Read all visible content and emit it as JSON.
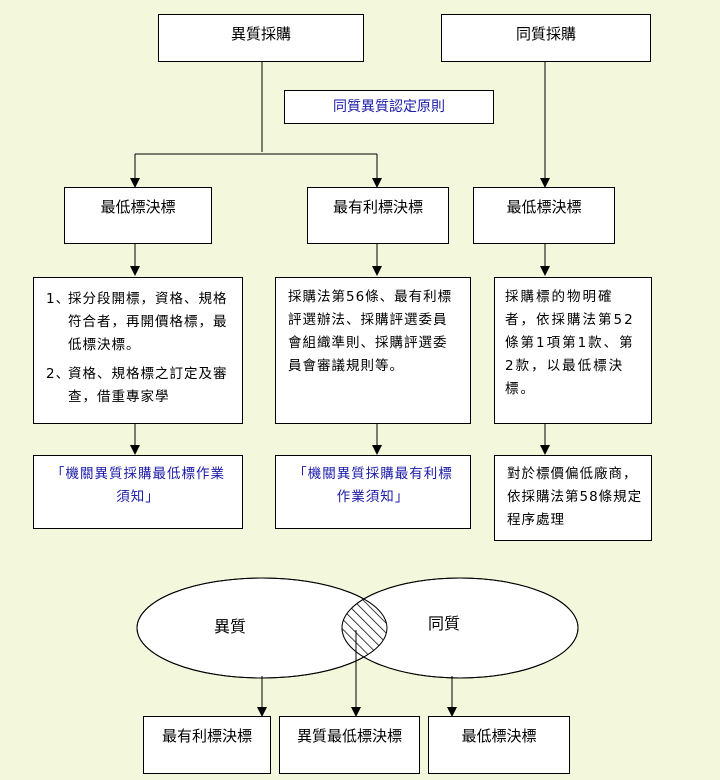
{
  "top": {
    "hetero": "異質採購",
    "homo": "同質採購",
    "principle": "同質異質認定原則"
  },
  "row1": {
    "left": "最低標決標",
    "middle": "最有利標決標",
    "right": "最低標決標"
  },
  "row2": {
    "left_items": [
      {
        "num": "1、",
        "text": "採分段開標，資格、規格符合者，再開價格標，最低標決標。"
      },
      {
        "num": "2、",
        "text": "資格、規格標之訂定及審查，借重專家學"
      }
    ],
    "middle": "採購法第56條、最有利標評選辦法、採購評選委員會組織準則、採購評選委員會審議規則等。",
    "right": "採購標的物明確者，依採購法第52條第1項第1款、第2款，以最低標決標。"
  },
  "row3": {
    "left": "「機關異質採購最低標作業須知」",
    "middle": "「機關異質採購最有利標作業須知」",
    "right": "對於標價偏低廠商，依採購法第58條規定程序處理"
  },
  "venn": {
    "left_label": "異質",
    "right_label": "同質"
  },
  "bottom": {
    "left": "最有利標決標",
    "middle": "異質最低標決標",
    "right": "最低標決標"
  },
  "colors": {
    "background": "#f3f8dc",
    "link_text": "#1a1aa8"
  }
}
